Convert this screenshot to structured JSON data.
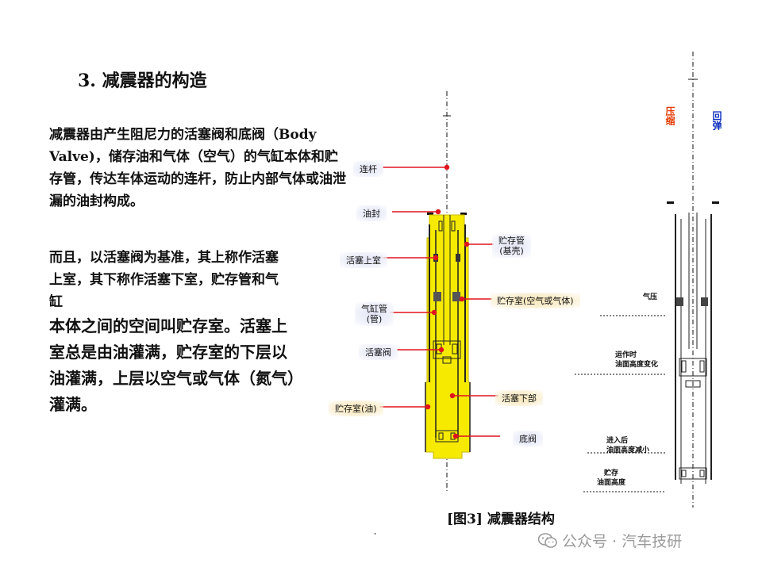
{
  "heading": "3. 减震器的构造",
  "paragraph1": "减震器由产生阻尼力的活塞阀和底阀（Body Valve)，储存油和气体（空气）的气缸本体和贮存管，传达车体运动的连杆，防止内部气体或油泄漏的油封构成。",
  "paragraph2_lines": [
    "而且，以活塞阀为基准，其上称作活塞",
    "上室，其下称作活塞下室，贮存管和气",
    "缸"
  ],
  "paragraph3_lines": [
    "本体之间的空间叫贮存室。活塞上",
    "室总是由油灌满，贮存室的下层以",
    "油灌满，上层以空气或气体（氮气）",
    "灌满。"
  ],
  "labels": {
    "rod": "连杆",
    "seal": "油封",
    "upper": "活塞上室",
    "cylinder": "气缸管\n(管)",
    "piston_valve": "活塞阀",
    "reservoir_oil": "贮存室(油)",
    "reservoir_tube": "贮存管\n(基壳)",
    "reservoir_gas": "贮存室(空气或气体)",
    "lower": "活塞下部",
    "base_valve": "底阀"
  },
  "right_labels": {
    "compress": "压缩",
    "rebound": "回弹",
    "gas_pressure": "气压",
    "operating": "运作时\n油面高度变化",
    "after_entry": "进入后\n油面高度减小",
    "storage": "贮存\n油面高度"
  },
  "colors": {
    "oil": "#f5ea00",
    "arrow": "#e0141e",
    "compress": "#e23a00",
    "rebound": "#1030c0"
  },
  "caption": "[图3] 减震器结构",
  "watermark": "公众号 · 汽车技研"
}
